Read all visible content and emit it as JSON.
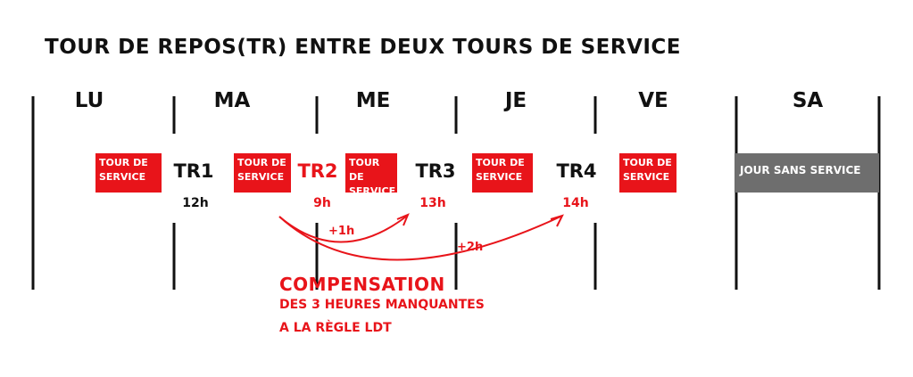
{
  "title": "TOUR DE REPOS(TR) ENTRE DEUX TOURS DE SERVICE",
  "days": [
    "LU",
    "MA",
    "ME",
    "JE",
    "VE",
    "SA"
  ],
  "service_label_line1": "Tour de",
  "service_label_line2": "service",
  "off_day_label": "Jour sans service",
  "rest_periods": [
    {
      "label": "TR1",
      "hours": "12h"
    },
    {
      "label": "TR2",
      "hours": "9h"
    },
    {
      "label": "TR3",
      "hours": "13h"
    },
    {
      "label": "TR4",
      "hours": "14h"
    }
  ],
  "arrows": [
    {
      "label": "+1h"
    },
    {
      "label": "+2h"
    }
  ],
  "compensation": {
    "title": "COMPENSATION",
    "line1": "DES 3 HEURES MANQUANTES",
    "line2": "A LA RÈGLE LDT"
  },
  "colors": {
    "accent": "#e8141a",
    "offday": "#6e6e6e",
    "ink": "#111111"
  }
}
